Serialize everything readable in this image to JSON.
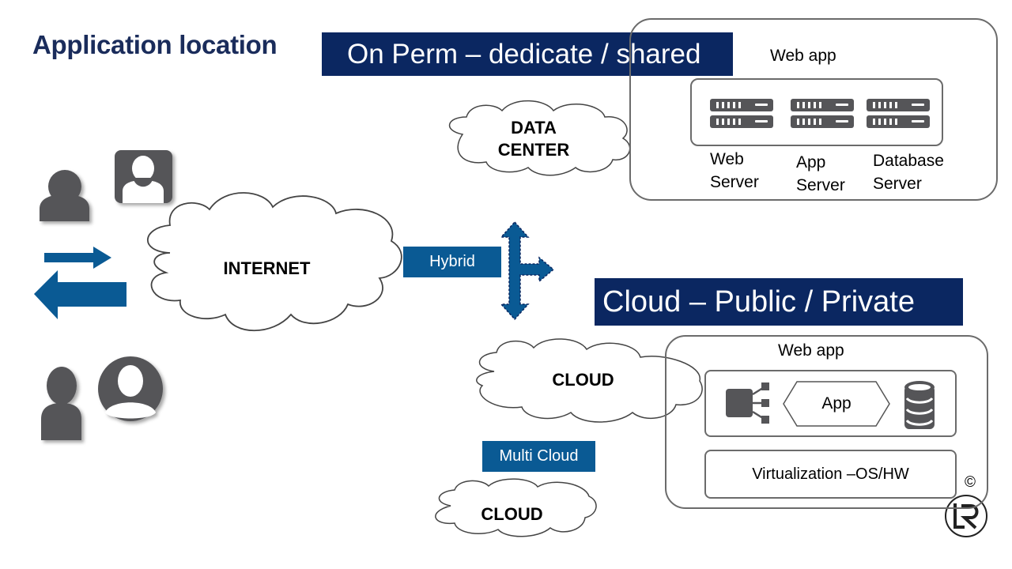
{
  "slide": {
    "title": "Application location",
    "on_prem_banner": "On Perm – dedicate / shared",
    "cloud_banner": "Cloud – Public / Private",
    "hybrid_tag": "Hybrid",
    "multi_cloud_tag": "Multi Cloud",
    "internet_label": "INTERNET",
    "data_center_label": [
      "DATA",
      "CENTER"
    ],
    "cloud_label": "CLOUD",
    "cloud_label_2": "CLOUD",
    "on_prem_box": {
      "heading": "Web app",
      "servers": [
        {
          "line1": "Web",
          "line2": "Server"
        },
        {
          "line1": "App",
          "line2": "Server"
        },
        {
          "line1": "Database",
          "line2": "Server"
        }
      ]
    },
    "cloud_box": {
      "heading": "Web app",
      "app_label": "App",
      "virtualization_label": "Virtualization –OS/HW"
    },
    "copyright_symbol": "©",
    "colors": {
      "navy": "#0b2761",
      "accent_blue": "#0a5a94",
      "icon_gray": "#555558",
      "title_navy": "#1a2c5b"
    }
  }
}
